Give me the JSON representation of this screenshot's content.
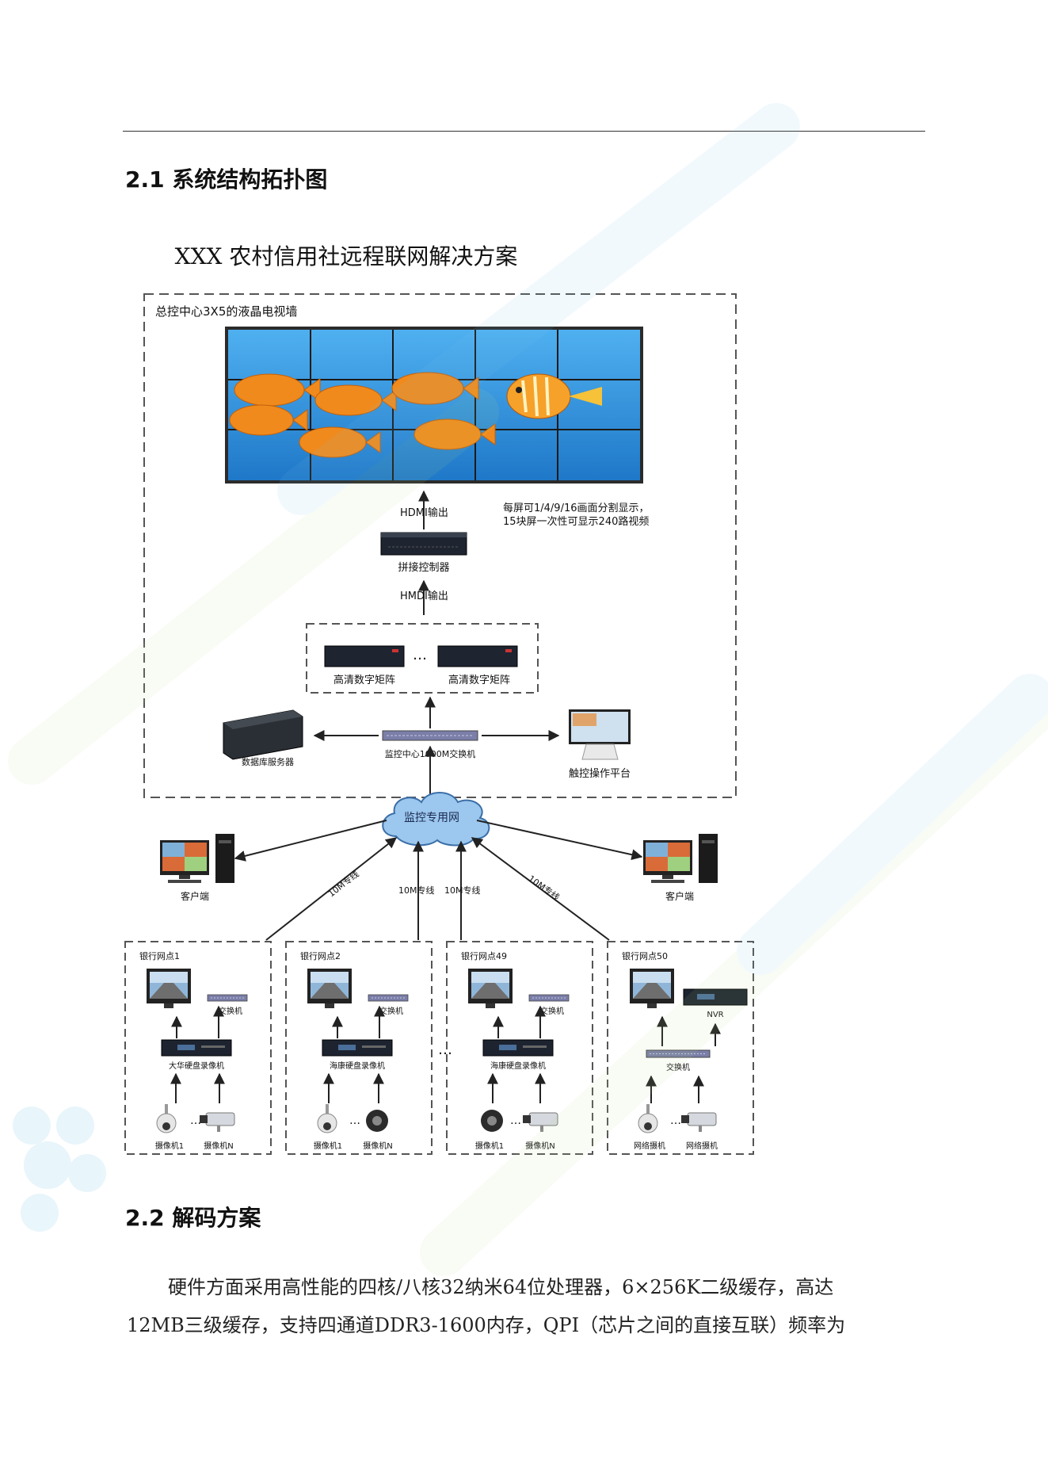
{
  "section1": {
    "heading": "2.1 系统结构拓扑图"
  },
  "diagram": {
    "title": "XXX 农村信用社远程联网解决方案",
    "center_label": "总控中心3X5的液晶电视墙",
    "wall_note_line1": "每屏可1/4/9/16画面分割显示，",
    "wall_note_line2": "15块屏一次性可显示240路视频",
    "hdmi_out_1": "HDMI输出",
    "splice_controller": "拼接控制器",
    "hdmi_out_2": "HMDI输出",
    "matrix_a": "高清数字矩阵",
    "matrix_b": "高清数字矩阵",
    "ellipsis": "…",
    "db_server": "数据库服务器",
    "core_switch": "监控中心1000M交换机",
    "touch_platform": "触控操作平台",
    "cloud": "监控专用网",
    "client_left": "客户端",
    "client_right": "客户端",
    "link_1": "10M专线",
    "link_2": "10M专线",
    "link_3": "10M专线",
    "link_4": "10M专线",
    "branches": [
      {
        "name": "银行网点1",
        "switch": "交换机",
        "recorder": "大华硬盘录像机",
        "cam1": "摄像机1",
        "cam2": "摄像机N"
      },
      {
        "name": "银行网点2",
        "switch": "交换机",
        "recorder": "海康硬盘录像机",
        "cam1": "摄像机1",
        "cam2": "摄像机N"
      },
      {
        "name": "银行网点49",
        "switch": "交换机",
        "recorder": "海康硬盘录像机",
        "cam1": "摄像机1",
        "cam2": "摄像机N"
      },
      {
        "name": "银行网点50",
        "switch": "NVR",
        "recorder": "交换机",
        "cam1": "网络摄机",
        "cam2": "网络摄机"
      }
    ],
    "branch_ellipsis": "…",
    "cam_ellipsis": "…"
  },
  "section2": {
    "heading": "2.2 解码方案"
  },
  "paragraph": {
    "line1": "硬件方面采用高性能的四核/八核32纳米64位处理器，6×256K二级缓存，高达",
    "line2": "12MB三级缓存，支持四通道DDR3-1600内存，QPI（芯片之间的直接互联）频率为"
  },
  "colors": {
    "wall_blue": "#2a8fe0",
    "fish_orange": "#f08a1c",
    "device_dark": "#222831"
  }
}
